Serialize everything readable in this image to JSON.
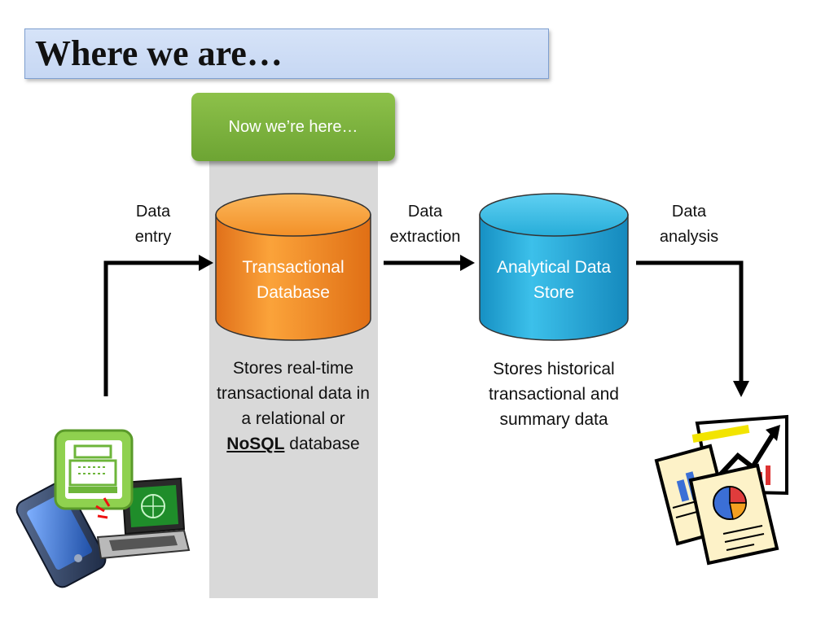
{
  "slide": {
    "title": "Where we are…"
  },
  "highlight": {
    "label": "Now we’re here…"
  },
  "steps": {
    "entry": "Data\nentry",
    "extraction": "Data\nextraction",
    "analysis": "Data\nanalysis"
  },
  "transactional_db": {
    "label": "Transactional\nDatabase",
    "description_before": "Stores real-time transactional data in a relational or ",
    "description_keyword": "NoSQL",
    "description_after": " database"
  },
  "analytical_db": {
    "label": "Analytical Data\nStore",
    "description": "Stores historical transactional and summary data"
  },
  "icons": {
    "left": [
      "cash-register-icon",
      "smartphone-icon",
      "laptop-icon"
    ],
    "right": [
      "report-documents-icon",
      "pie-chart-icon",
      "trend-chart-icon"
    ]
  },
  "colors": {
    "title_fill": "#c6d7f3",
    "highlight_column": "#d9d9d9",
    "here_box": "#77ad3a",
    "transactional_db": "#f58a1f",
    "analytical_db": "#1fa9d6",
    "arrow": "#000000"
  }
}
